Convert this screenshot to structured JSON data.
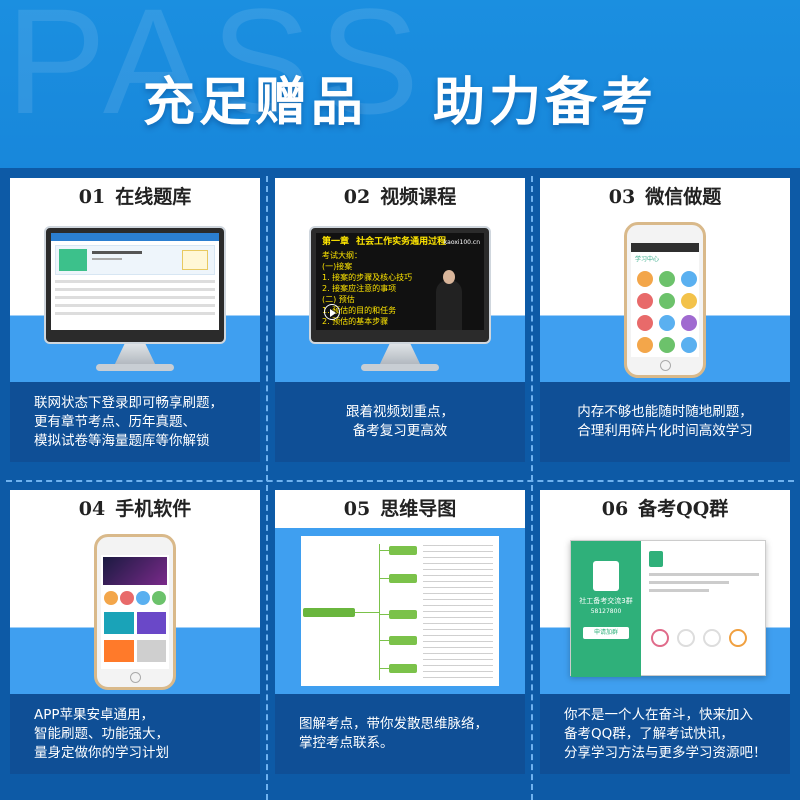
{
  "watermark": "PASS",
  "headline": {
    "part1": "充足赠品",
    "part2": "助力备考"
  },
  "cards": [
    {
      "num": "01",
      "title": "在线题库",
      "lines": [
        "联网状态下登录即可畅享刷题，",
        "更有章节考点、历年真题、",
        "模拟试卷等海量题库等你解锁"
      ]
    },
    {
      "num": "02",
      "title": "视频课程",
      "lines": [
        "跟着视频划重点，",
        "备考复习更高效"
      ],
      "video": {
        "chapter": "第一章",
        "heading": "社会工作实务通用过程",
        "outline": "考试大纲：",
        "items": [
          "(一)接案",
          "1. 接案的步骤及核心技巧",
          "2. 接案应注意的事项",
          "(二) 预估",
          "1. 预估的目的和任务",
          "2. 预估的基本步骤"
        ],
        "logo": "kaoxi100.cn"
      }
    },
    {
      "num": "03",
      "title": "微信做题",
      "lines": [
        "内存不够也能随时随地刷题，",
        "合理利用碎片化时间高效学习"
      ],
      "phone_header": "学习中心"
    },
    {
      "num": "04",
      "title": "手机软件",
      "lines": [
        "APP苹果安卓通用，",
        "智能刷题、功能强大，",
        "量身定做你的学习计划"
      ]
    },
    {
      "num": "05",
      "title": "思维导图",
      "lines": [
        "图解考点，带你发散思维脉络，",
        "掌控考点联系。"
      ]
    },
    {
      "num": "06",
      "title": "备考QQ群",
      "lines": [
        "你不是一个人在奋斗，快来加入",
        "备考QQ群，了解考试快讯，",
        "分享学习方法与更多学习资源吧！"
      ],
      "qq": {
        "group_name": "社工备考交流3群",
        "group_id": "58127800",
        "button": "申请加群"
      }
    }
  ],
  "colors": {
    "bg": "#1580d6",
    "panel": "#0f4f96",
    "accent": "#3f9ff0"
  }
}
